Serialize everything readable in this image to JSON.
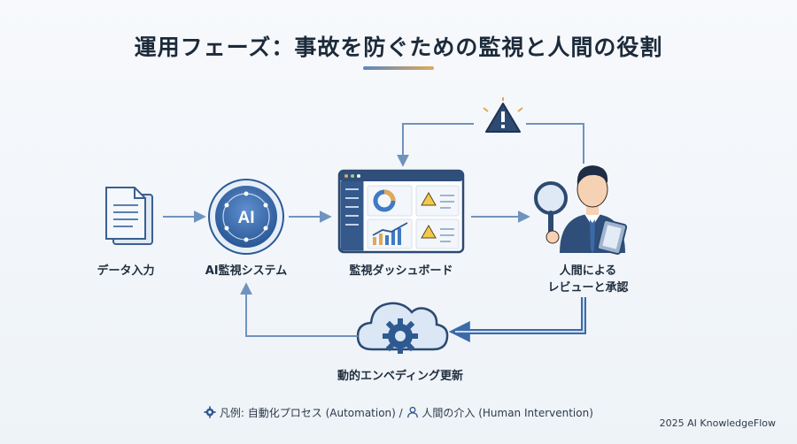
{
  "title": "運用フェーズ：事故を防ぐための監視と人間の役割",
  "nodes": {
    "data_input": "データ入力",
    "ai_system": "AI監視システム",
    "ai_badge": "AI",
    "dashboard": "監視ダッシュボード",
    "human_review_line1": "人間による",
    "human_review_line2": "レビューと承認",
    "embedding_update": "動的エンベディング更新"
  },
  "legend": {
    "auto_label": "凡例: 自動化プロセス (Automation) /",
    "human_label": "人間の介入 (Human Intervention)"
  },
  "credit": "2025 AI KnowledgeFlow",
  "colors": {
    "primary": "#3b6aa8",
    "dark": "#1e3f6b",
    "arrow": "#6f93bf",
    "accent": "#e0a85a",
    "warning": "#f2c94c"
  }
}
